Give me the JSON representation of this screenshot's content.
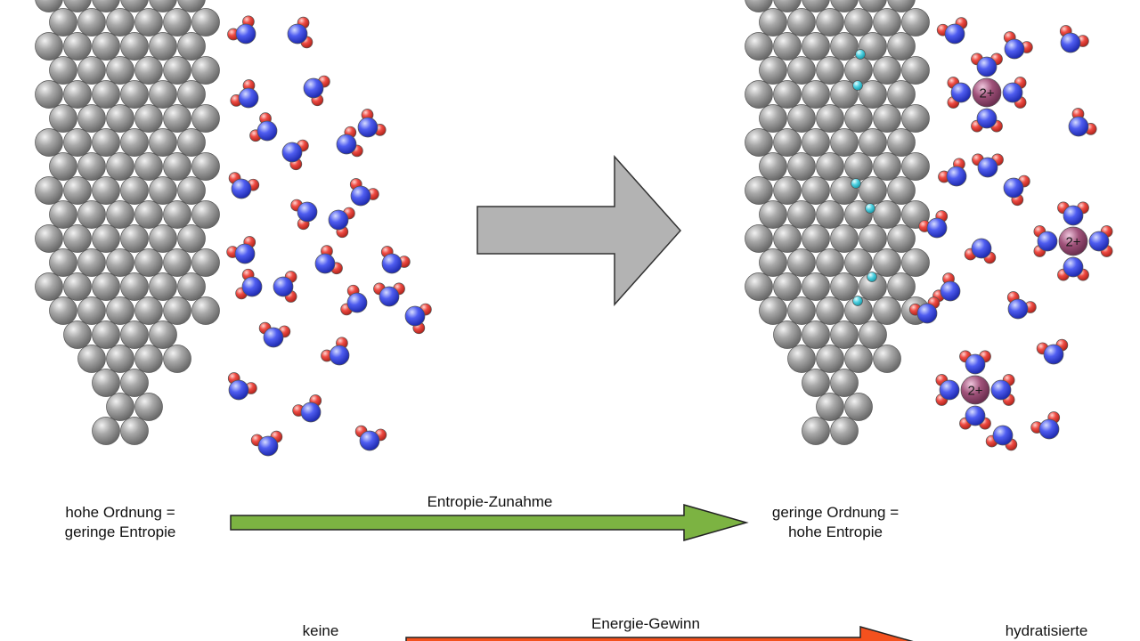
{
  "panels": {
    "left": {
      "caption_line1": "hohe Ordnung =",
      "caption_line2": "geringe Entropie"
    },
    "right": {
      "caption_line1": "geringe Ordnung =",
      "caption_line2": "hohe Entropie",
      "ion_charge": "2+"
    }
  },
  "arrows": {
    "entropy": {
      "label": "Entropie-Zunahme",
      "color": "#7cb342"
    },
    "energy": {
      "label": "Energie-Gewinn",
      "color": "#f4511e"
    },
    "transition": {
      "color": "#b3b3b3"
    }
  },
  "bottom": {
    "left_label": "keine",
    "right_label": "hydratisierte"
  },
  "colors": {
    "metal_atom": "#9e9e9e",
    "oxygen": "#3d4fe0",
    "hydrogen": "#e53935",
    "electron": "#4dd0e1",
    "ion": "#a0527a"
  }
}
